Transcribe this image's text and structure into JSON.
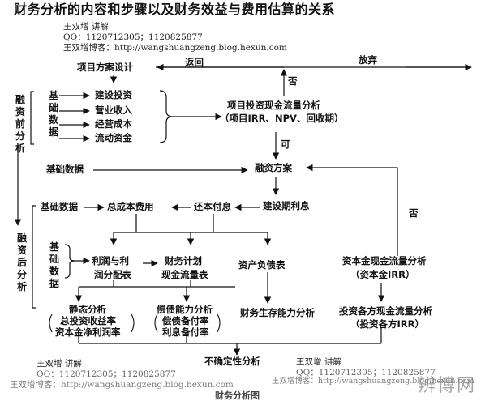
{
  "title": "财务分析的内容和步骤以及财务效益与费用估算的关系",
  "lecturer_top": {
    "line1": "王双增  讲解",
    "line2": "QQ：1120712305；1120825877",
    "line3": "王双增博客：http://wangshuangzeng.blog.hexun.com"
  },
  "lecturer_bl": {
    "line1": "王双增  讲解",
    "line2": "QQ：1120712305；1120825877",
    "line3": "王双增博客：http://wangshuangzeng.blog.hexun.com"
  },
  "lecturer_br": {
    "line1": "王双增  讲解",
    "line2": "QQ：1120712305；1120825877",
    "line3": "王双增博客：http://wangshuangzeng.blog.hexun.com"
  },
  "nodes": {
    "project_design": "项目方案设计",
    "return": "返回",
    "abandon": "放弃",
    "no_top": "否",
    "invest": "建设投资",
    "revenue": "营业收入",
    "cost": "经营成本",
    "working_capital": "流动资金",
    "invest_cf_l1": "项目投资现金流量分析",
    "invest_cf_l2": "（项目IRR、NPV、回收期）",
    "yes": "可",
    "basic_data_1": "基础数据",
    "financing": "融资方案",
    "no_right": "否",
    "basic_data_2": "基础数据",
    "total_cost": "总成本费用",
    "repayment": "还本付息",
    "construction_interest": "建设期利息",
    "basic_data_3": "基础数据",
    "profit_l1": "利润与利",
    "profit_l2": "润分配表",
    "plan_l1": "财务计划",
    "plan_l2": "现金流量表",
    "balance": "资产负债表",
    "capital_cf_l1": "资本金现金流量分析",
    "capital_cf_l2": "（资本金IRR）",
    "static_l1": "静态分析",
    "static_l2": "总投资收益率",
    "static_l3": "资本金净利润率",
    "solvency_l1": "偿债能力分析",
    "solvency_l2": "偿债备付率",
    "solvency_l3": "利息备付率",
    "survival": "财务生存能力分析",
    "investors_l1": "投资各方现金流量分析",
    "investors_l2": "（投资各方IRR）",
    "uncertainty": "不确定性分析"
  },
  "side_labels": {
    "basis": "基础数据",
    "pre_financing": "融资前分析",
    "post_financing": "融资后分析"
  },
  "caption": "财务分析图",
  "watermark": "辨博网"
}
